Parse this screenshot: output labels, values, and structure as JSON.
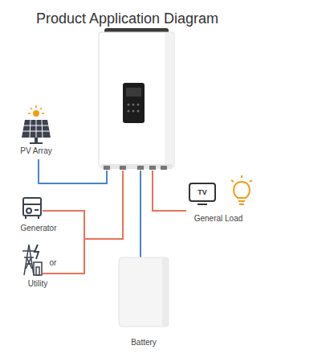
{
  "diagram": {
    "title": "Product Application Diagram",
    "nodes": [
      {
        "text": [
          "PV Array"
        ]
      },
      {
        "text": [
          "General Load"
        ]
      },
      {
        "text": [
          "Generator"
        ]
      },
      {
        "text": [
          "Utility"
        ]
      },
      {
        "text": [
          "Battery"
        ]
      }
    ],
    "labels": [
      "TV",
      "or"
    ]
  }
}
